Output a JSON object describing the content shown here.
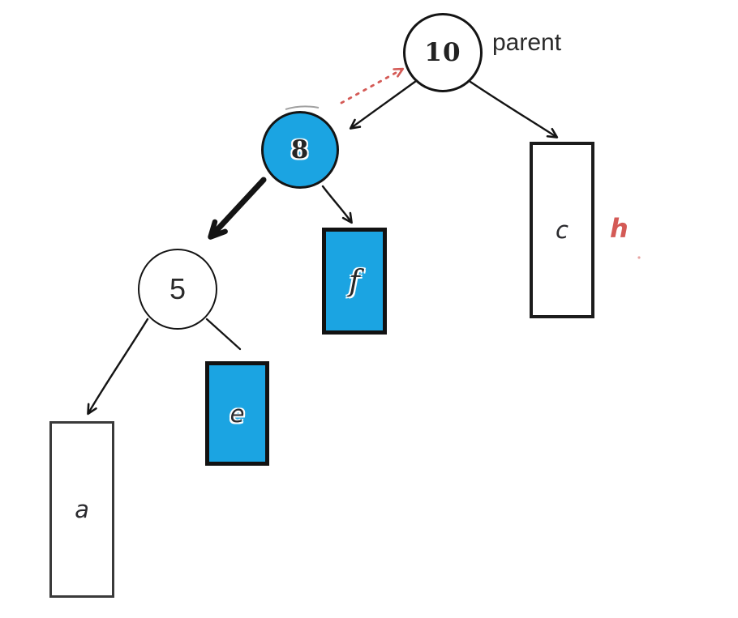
{
  "diagram": {
    "type": "binary-tree",
    "colors": {
      "bg": "#ffffff",
      "ink": "#141414",
      "blue": "#1ba4e2",
      "red": "#d45a56",
      "text": "#222222",
      "parent_text": "#2b2b2b"
    },
    "nodes": [
      {
        "id": "node-10",
        "shape": "circle",
        "label": "10",
        "fill": "white"
      },
      {
        "id": "node-8",
        "shape": "circle",
        "label": "8",
        "fill": "blue"
      },
      {
        "id": "node-5",
        "shape": "circle",
        "label": "5",
        "fill": "white"
      },
      {
        "id": "node-c",
        "shape": "rect",
        "label": "c",
        "fill": "white"
      },
      {
        "id": "node-f",
        "shape": "rect",
        "label": "f",
        "fill": "blue"
      },
      {
        "id": "node-e",
        "shape": "rect",
        "label": "e",
        "fill": "blue"
      },
      {
        "id": "node-a",
        "shape": "rect",
        "label": "a",
        "fill": "white"
      }
    ],
    "annotations": [
      {
        "id": "parent-label",
        "text": "parent",
        "color": "#2b2b2b",
        "refers_to": "node-10"
      },
      {
        "id": "h-label",
        "text": "h",
        "color": "#d45a56",
        "refers_to": "node-c"
      }
    ],
    "edges": [
      {
        "from": "node-10",
        "to": "node-8",
        "style": "thin-black-arrow"
      },
      {
        "from": "node-10",
        "to": "node-c",
        "style": "thin-black-arrow"
      },
      {
        "from": "node-8",
        "to": "node-10",
        "style": "red-dotted-arrow"
      },
      {
        "from": "node-8",
        "to": "node-5",
        "style": "thick-black-arrow"
      },
      {
        "from": "node-8",
        "to": "node-f",
        "style": "thin-black-arrow"
      },
      {
        "from": "node-5",
        "to": "node-a",
        "style": "thin-black-arrow"
      },
      {
        "from": "node-5",
        "to": "node-e",
        "style": "plain-line"
      }
    ]
  }
}
